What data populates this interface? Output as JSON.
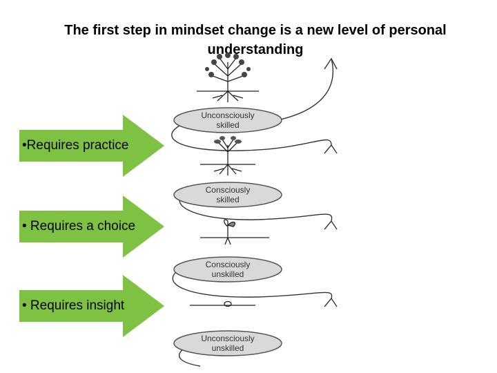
{
  "title": {
    "line1": "The first step in mindset change is a new level of personal",
    "line2": "understanding"
  },
  "arrows": [
    {
      "text": "•Requires practice"
    },
    {
      "text": "• Requires a choice"
    },
    {
      "text": "• Requires insight"
    }
  ],
  "stages": [
    {
      "line1": "Unconsciously",
      "line2": "skilled"
    },
    {
      "line1": "Consciously",
      "line2": "skilled"
    },
    {
      "line1": "Consciously",
      "line2": "unskilled"
    },
    {
      "line1": "Unconsciously",
      "line2": "unskilled"
    }
  ],
  "colors": {
    "arrow_fill": "#7dc242",
    "ellipse_fill": "#d9d9d9",
    "ellipse_stroke": "#555555",
    "line": "#333333"
  },
  "icons": [
    "tree-icon",
    "sapling-icon",
    "sprout-icon",
    "seed-icon",
    "spiral-arrow-icon"
  ]
}
